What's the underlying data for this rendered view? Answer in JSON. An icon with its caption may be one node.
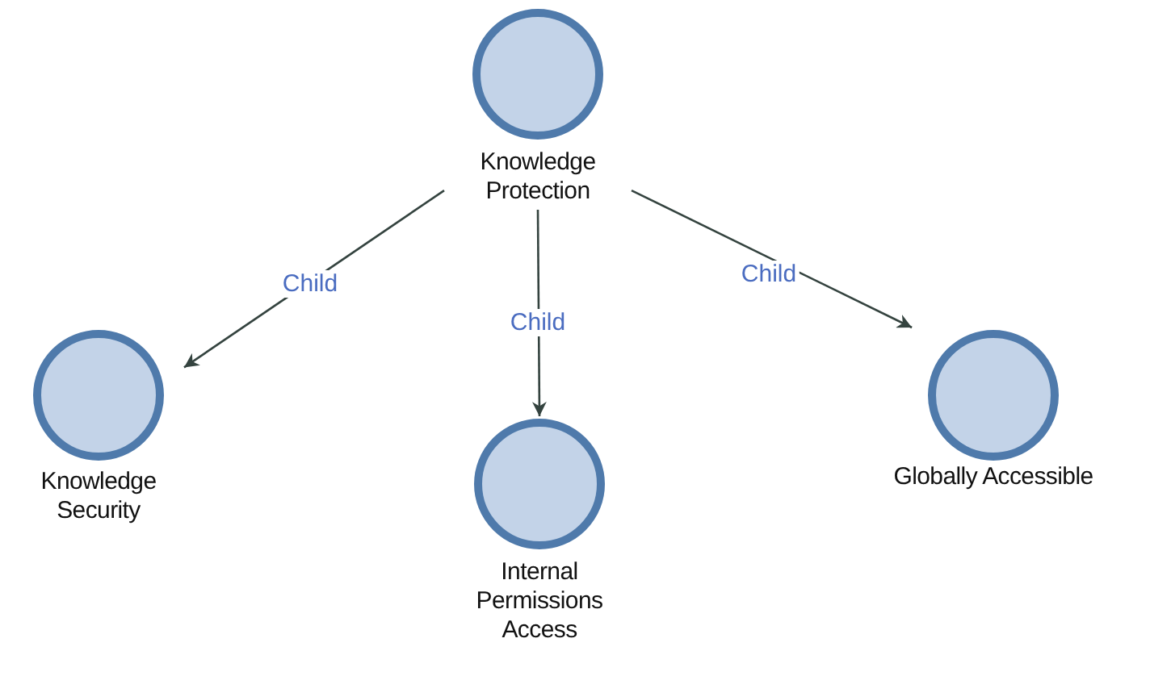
{
  "diagram": {
    "nodes": [
      {
        "text": [
          "Knowledge Protection"
        ]
      },
      {
        "text": [
          "Knowledge Security"
        ]
      },
      {
        "text": [
          "Internal Permissions Access"
        ]
      },
      {
        "text": [
          "Globally Accessible"
        ]
      }
    ],
    "edges": [
      {
        "from": 0,
        "to": 1,
        "arrow": "to",
        "label": "Child"
      },
      {
        "from": 0,
        "to": 2,
        "arrow": "to",
        "label": "Child"
      },
      {
        "from": 0,
        "to": 3,
        "arrow": "to",
        "label": "Child"
      }
    ]
  }
}
